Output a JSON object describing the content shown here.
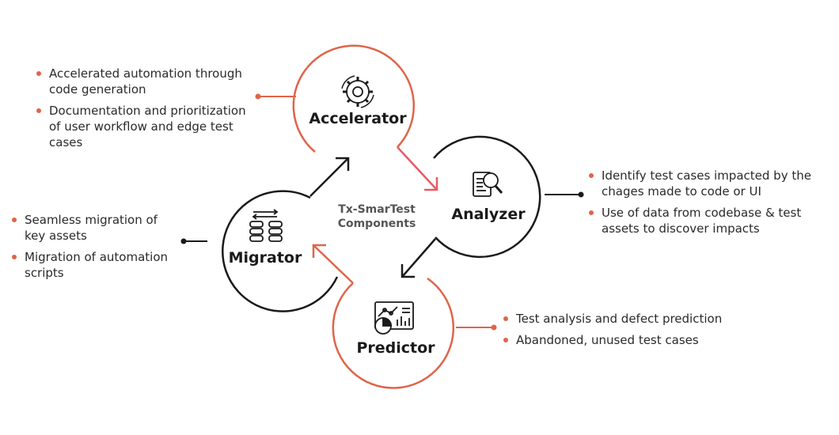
{
  "center": {
    "line1": "Tx-SmarTest",
    "line2": "Components"
  },
  "colors": {
    "accent": "#e0644a",
    "dark": "#1a1a1a",
    "arrow_red": "#e85a66"
  },
  "nodes": {
    "accelerator": {
      "label": "Accelerator",
      "icon": "gear-icon"
    },
    "analyzer": {
      "label": "Analyzer",
      "icon": "document-search-icon"
    },
    "migrator": {
      "label": "Migrator",
      "icon": "database-migration-icon"
    },
    "predictor": {
      "label": "Predictor",
      "icon": "analytics-dashboard-icon"
    }
  },
  "accelerator_points": [
    "Accelerated automation through code generation",
    "Documentation and prioritization of user workflow and edge test cases"
  ],
  "analyzer_points": [
    "Identify test cases impacted by the chages made to code or UI",
    "Use of data from codebase & test assets to discover impacts"
  ],
  "migrator_points": [
    "Seamless migration of key assets",
    "Migration of automation scripts"
  ],
  "predictor_points": [
    "Test analysis and defect prediction",
    "Abandoned, unused test cases"
  ]
}
